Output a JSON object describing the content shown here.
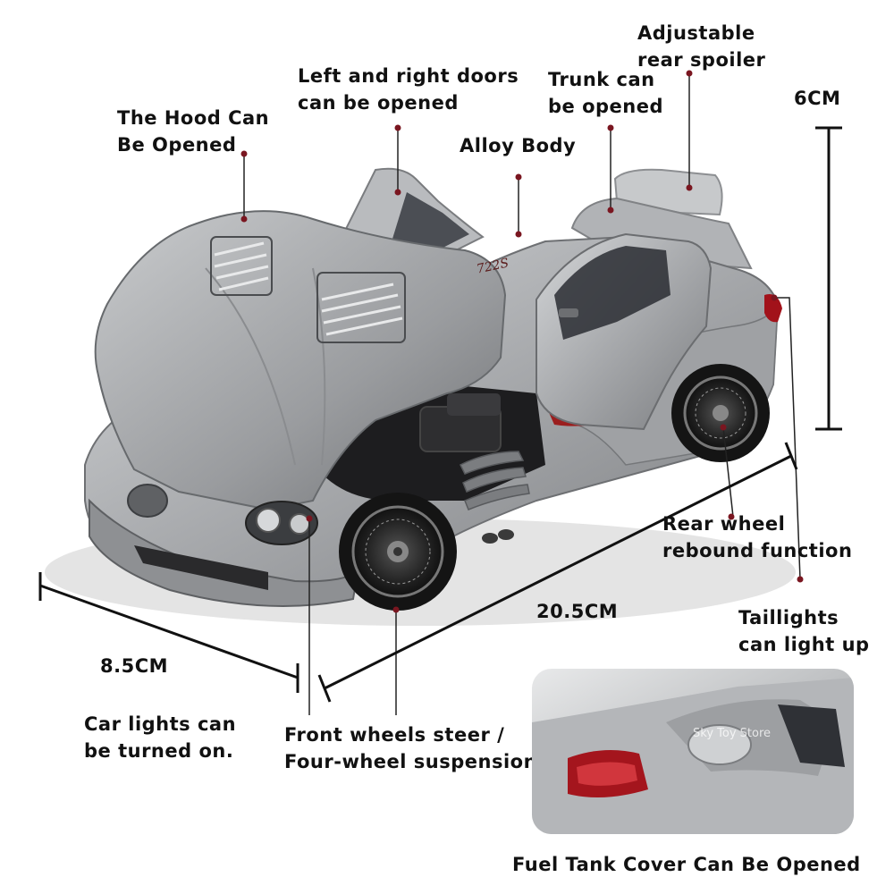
{
  "labels": {
    "hood": [
      "The Hood Can",
      "Be Opened"
    ],
    "doors": [
      "Left and right doors",
      "can be opened"
    ],
    "trunk": [
      "Trunk can",
      "be opened"
    ],
    "spoiler": [
      "Adjustable",
      "rear spoiler"
    ],
    "alloy": [
      "Alloy Body"
    ],
    "rear_wheel": [
      "Rear wheel",
      "rebound function"
    ],
    "taillights": [
      "Taillights",
      "can light up"
    ],
    "car_lights": [
      "Car lights can",
      "be turned on."
    ],
    "front_wheels": [
      "Front wheels steer /",
      "Four-wheel suspension"
    ],
    "fuel": "Fuel Tank Cover Can Be Opened"
  },
  "dimensions": {
    "height": "6CM",
    "length": "20.5CM",
    "width": "8.5CM"
  },
  "car": {
    "badge": "722S",
    "body_color": "#a9abae"
  },
  "inset": {
    "watermark": "Sky Toy Store"
  },
  "colors": {
    "callout_dot": "#7a1620",
    "line": "#222222"
  }
}
